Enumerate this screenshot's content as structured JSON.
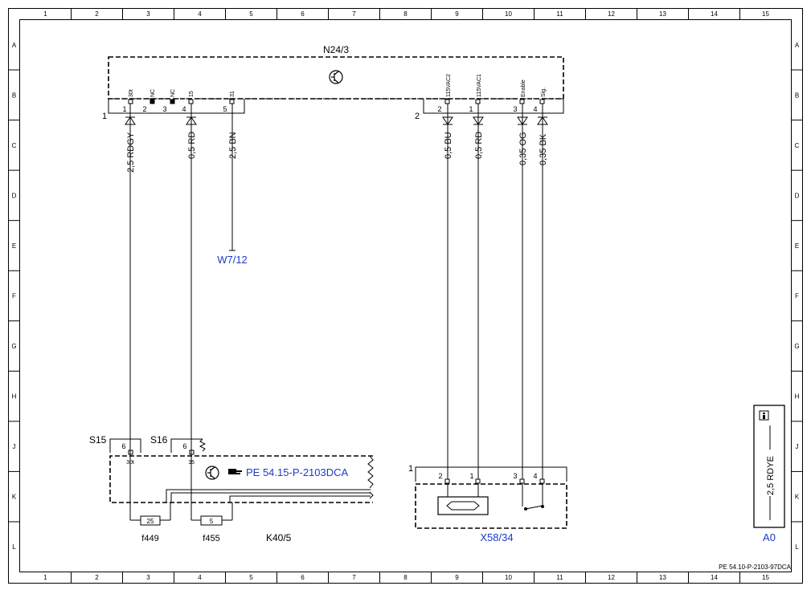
{
  "grid": {
    "columns": [
      "1",
      "2",
      "3",
      "4",
      "5",
      "6",
      "7",
      "8",
      "9",
      "10",
      "11",
      "12",
      "13",
      "14",
      "15"
    ],
    "rows": [
      "A",
      "B",
      "C",
      "D",
      "E",
      "F",
      "G",
      "H",
      "J",
      "K",
      "L"
    ]
  },
  "n24": {
    "title": "N24/3",
    "conn1_label": "1",
    "conn2_label": "2",
    "pins1": [
      {
        "num": "1",
        "name": "30t"
      },
      {
        "num": "2",
        "name": "NC"
      },
      {
        "num": "3",
        "name": "NC"
      },
      {
        "num": "4",
        "name": "15"
      },
      {
        "num": "5",
        "name": "31"
      }
    ],
    "pins2": [
      {
        "num": "2",
        "name": "115VAC2"
      },
      {
        "num": "1",
        "name": "115VAC1"
      },
      {
        "num": "3",
        "name": "Enable"
      },
      {
        "num": "4",
        "name": "Sig."
      }
    ]
  },
  "wires": [
    {
      "label": "2,5 RDGY"
    },
    {
      "label": "0,5 RD"
    },
    {
      "label": "2,5 BN"
    },
    {
      "label": "0,5 BU"
    },
    {
      "label": "0,5 RD"
    },
    {
      "label": "0,35 OG"
    },
    {
      "label": "0,35 BK"
    }
  ],
  "ground_ref": "W7/12",
  "k40": {
    "name": "K40/5",
    "s15_label": "S15",
    "s16_label": "S16",
    "s15_pin": "6",
    "s16_pin": "6",
    "pin_30t": "30t",
    "pin_15": "15",
    "ref_link": "PE 54.15-P-2103DCA",
    "fuse1_value": "25",
    "fuse2_value": "5",
    "fuse1_name": "f449",
    "fuse2_name": "f455"
  },
  "x58": {
    "name": "X58/34",
    "conn_label": "1",
    "pins": [
      "2",
      "1",
      "3",
      "4"
    ]
  },
  "legend": {
    "wire_label": "2,5 RDYE",
    "ref": "A0"
  },
  "footer_ref": "PE 54.10-P-2103-97DCA",
  "colors": {
    "line": "#000000",
    "link": "#1a3cc8"
  }
}
